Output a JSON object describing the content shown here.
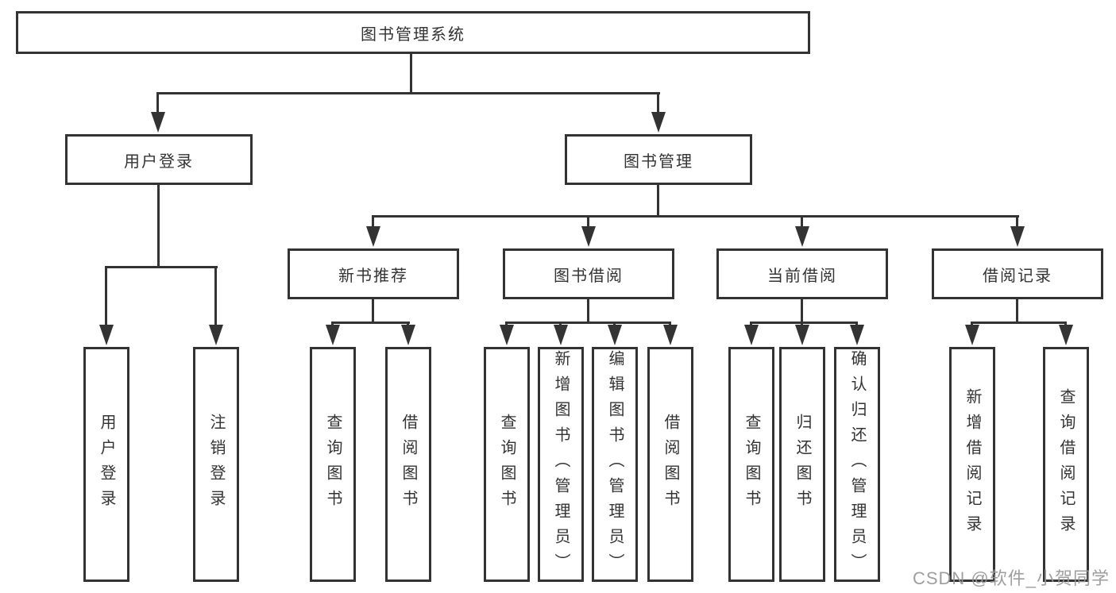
{
  "diagram": {
    "nodes": {
      "root": "图书管理系统",
      "user_login": "用户登录",
      "book_management": "图书管理",
      "new_book_recommend": "新书推荐",
      "book_borrowing": "图书借阅",
      "current_borrowing": "当前借阅",
      "borrowing_records": "借阅记录",
      "leaf_user_login": "用户登录",
      "leaf_logout": "注销登录",
      "leaf_nb_query": "查询图书",
      "leaf_nb_borrow": "借阅图书",
      "leaf_bb_query": "查询图书",
      "leaf_bb_add": "新增图书（管理员）",
      "leaf_bb_edit": "编辑图书（管理员）",
      "leaf_bb_borrow": "借阅图书",
      "leaf_cb_query": "查询图书",
      "leaf_cb_return": "归还图书",
      "leaf_cb_confirm": "确认归还（管理员）",
      "leaf_br_add": "新增借阅记录",
      "leaf_br_query": "查询借阅记录"
    },
    "watermark": "CSDN @软件_小贺同学",
    "colors": {
      "line": "#333333",
      "text": "#333333",
      "watermark": "#969696",
      "background": "#ffffff"
    }
  }
}
